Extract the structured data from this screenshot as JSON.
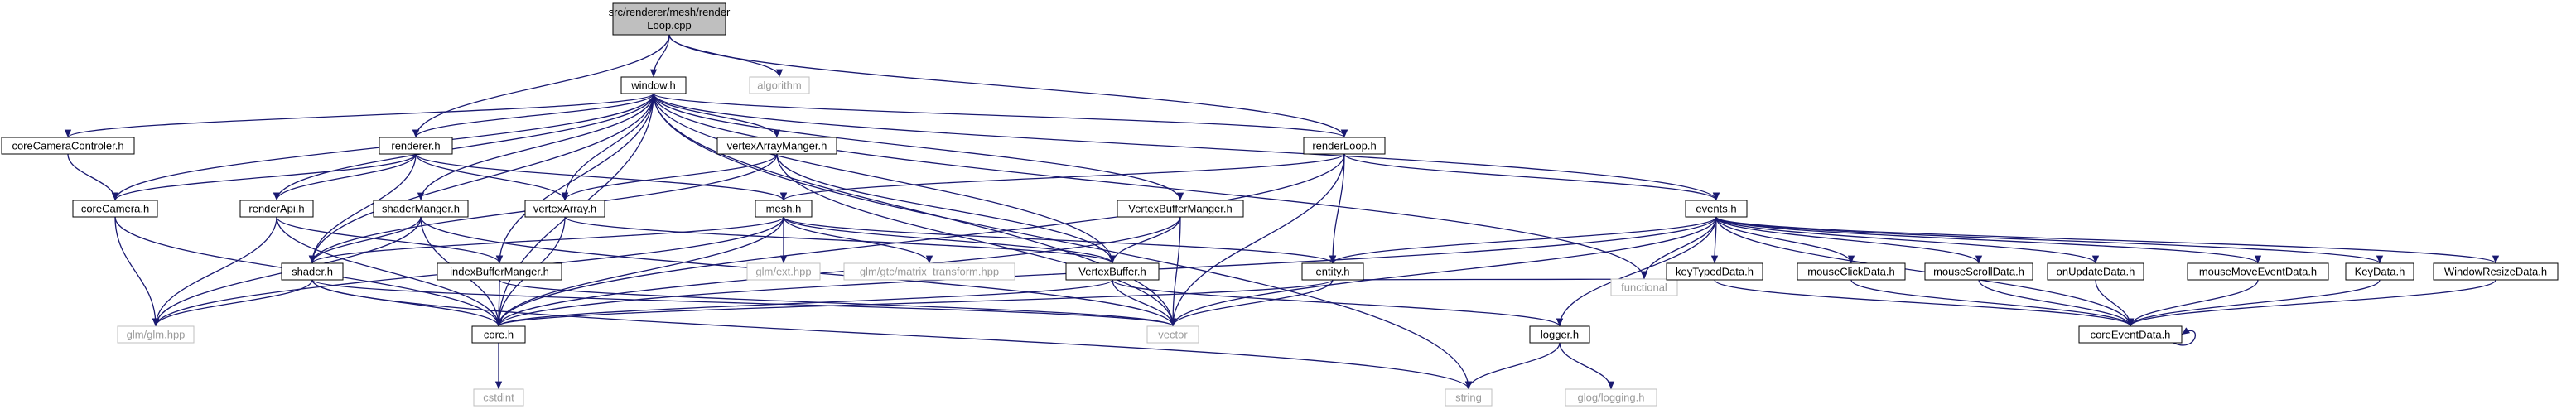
{
  "diagram": {
    "root": {
      "line1": "src/renderer/mesh/render",
      "line2": "Loop.cpp"
    },
    "nodes": {
      "algorithm": {
        "label": "algorithm",
        "kind": "external"
      },
      "window": {
        "label": "window.h",
        "kind": "internal"
      },
      "functional": {
        "label": "functional",
        "kind": "external"
      },
      "coreCameraControler": {
        "label": "coreCameraControler.h",
        "kind": "internal"
      },
      "renderer": {
        "label": "renderer.h",
        "kind": "internal"
      },
      "vertexArrayManger": {
        "label": "vertexArrayManger.h",
        "kind": "internal"
      },
      "renderLoop": {
        "label": "renderLoop.h",
        "kind": "internal"
      },
      "coreCamera": {
        "label": "coreCamera.h",
        "kind": "internal"
      },
      "renderApi": {
        "label": "renderApi.h",
        "kind": "internal"
      },
      "shaderManger": {
        "label": "shaderManger.h",
        "kind": "internal"
      },
      "vertexArray": {
        "label": "vertexArray.h",
        "kind": "internal"
      },
      "mesh": {
        "label": "mesh.h",
        "kind": "internal"
      },
      "vertexBufferManger": {
        "label": "VertexBufferManger.h",
        "kind": "internal"
      },
      "events": {
        "label": "events.h",
        "kind": "internal"
      },
      "shader": {
        "label": "shader.h",
        "kind": "internal"
      },
      "indexBufferManger": {
        "label": "indexBufferManger.h",
        "kind": "internal"
      },
      "glmExt": {
        "label": "glm/ext.hpp",
        "kind": "external"
      },
      "glmMatrix": {
        "label": "glm/gtc/matrix_transform.hpp",
        "kind": "external"
      },
      "vertexBuffer": {
        "label": "VertexBuffer.h",
        "kind": "internal"
      },
      "entity": {
        "label": "entity.h",
        "kind": "internal"
      },
      "keyTypedData": {
        "label": "keyTypedData.h",
        "kind": "internal"
      },
      "mouseClickData": {
        "label": "mouseClickData.h",
        "kind": "internal"
      },
      "mouseScrollData": {
        "label": "mouseScrollData.h",
        "kind": "internal"
      },
      "onUpdateData": {
        "label": "onUpdateData.h",
        "kind": "internal"
      },
      "mouseMoveEventData": {
        "label": "mouseMoveEventData.h",
        "kind": "internal"
      },
      "keyData": {
        "label": "KeyData.h",
        "kind": "internal"
      },
      "windowResizeData": {
        "label": "WindowResizeData.h",
        "kind": "internal"
      },
      "glm": {
        "label": "glm/glm.hpp",
        "kind": "external"
      },
      "core": {
        "label": "core.h",
        "kind": "internal"
      },
      "vector": {
        "label": "vector",
        "kind": "external"
      },
      "logger": {
        "label": "logger.h",
        "kind": "internal"
      },
      "coreEventData": {
        "label": "coreEventData.h",
        "kind": "internal"
      },
      "cstdint": {
        "label": "cstdint",
        "kind": "external"
      },
      "string": {
        "label": "string",
        "kind": "external"
      },
      "glog": {
        "label": "glog/logging.h",
        "kind": "external"
      }
    },
    "colors": {
      "edge": "#191970",
      "root_fill": "#bfbfbf",
      "internal_border": "#000000",
      "external_border": "#bfbfbf",
      "external_text": "#9a9a9a"
    }
  }
}
